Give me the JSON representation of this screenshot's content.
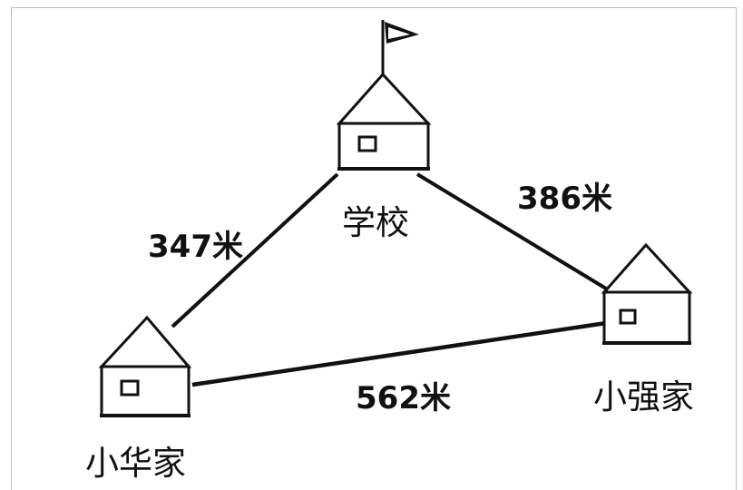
{
  "places": {
    "school": "学校",
    "xiaoqiang_home": "小强家",
    "xiaohua_home": "小华家"
  },
  "distances": {
    "school_to_xiaohua": "347米",
    "school_to_xiaoqiang": "386米",
    "xiaohua_to_xiaoqiang": "562米"
  }
}
